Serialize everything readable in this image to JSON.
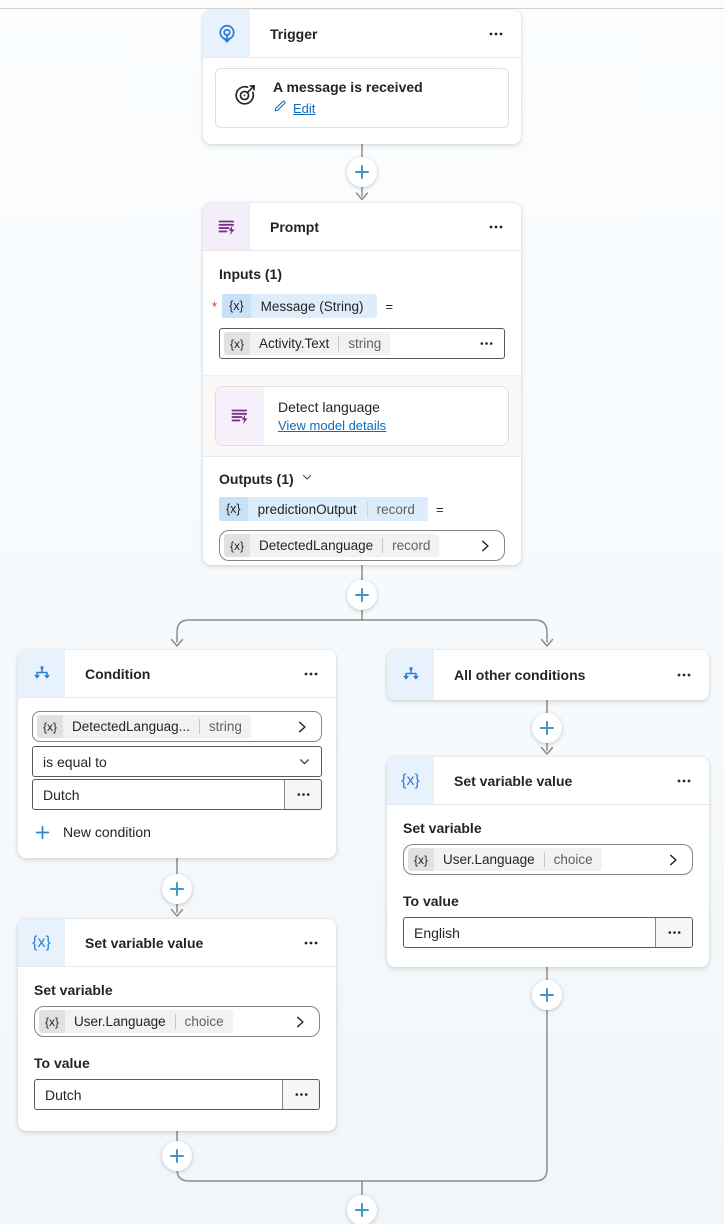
{
  "colors": {
    "accent_blue": "#2E7CD6",
    "prompt_purple": "#7E2F87",
    "link_blue": "#0F6CBD",
    "connector_gray": "#8E8C8A",
    "add_button_blue": "#4596C8",
    "required_red": "#D13438",
    "header_blue_bg": "#E8F2FC",
    "header_purple_bg": "#F4EEF8",
    "token_gray_bg": "#F3F2F1",
    "token_blue_bg": "#DEEDFB"
  },
  "glyphs": {
    "variable": "{x}",
    "equals": "=",
    "required": "*"
  },
  "trigger": {
    "title": "Trigger",
    "action_title": "A message is received",
    "edit_label": "Edit"
  },
  "prompt": {
    "title": "Prompt",
    "inputs_label": "Inputs (1)",
    "input_variable": {
      "name": "Message (String)"
    },
    "input_value": {
      "name": "Activity.Text",
      "type": "string"
    },
    "model": {
      "name": "Detect language",
      "link_label": "View model details"
    },
    "outputs_label": "Outputs (1)",
    "output_variable": {
      "name": "predictionOutput",
      "type": "record"
    },
    "output_value": {
      "name": "DetectedLanguage",
      "type": "record"
    }
  },
  "condition": {
    "title": "Condition",
    "operand": {
      "name": "DetectedLanguag...",
      "type": "string"
    },
    "operator": "is equal to",
    "value": "Dutch",
    "new_condition_label": "New condition"
  },
  "all_other_conditions": {
    "title": "All other conditions"
  },
  "set_variable_left": {
    "title": "Set variable value",
    "set_variable_label": "Set variable",
    "variable": {
      "name": "User.Language",
      "type": "choice"
    },
    "to_value_label": "To value",
    "value": "Dutch"
  },
  "set_variable_right": {
    "title": "Set variable value",
    "set_variable_label": "Set variable",
    "variable": {
      "name": "User.Language",
      "type": "choice"
    },
    "to_value_label": "To value",
    "value": "English"
  }
}
